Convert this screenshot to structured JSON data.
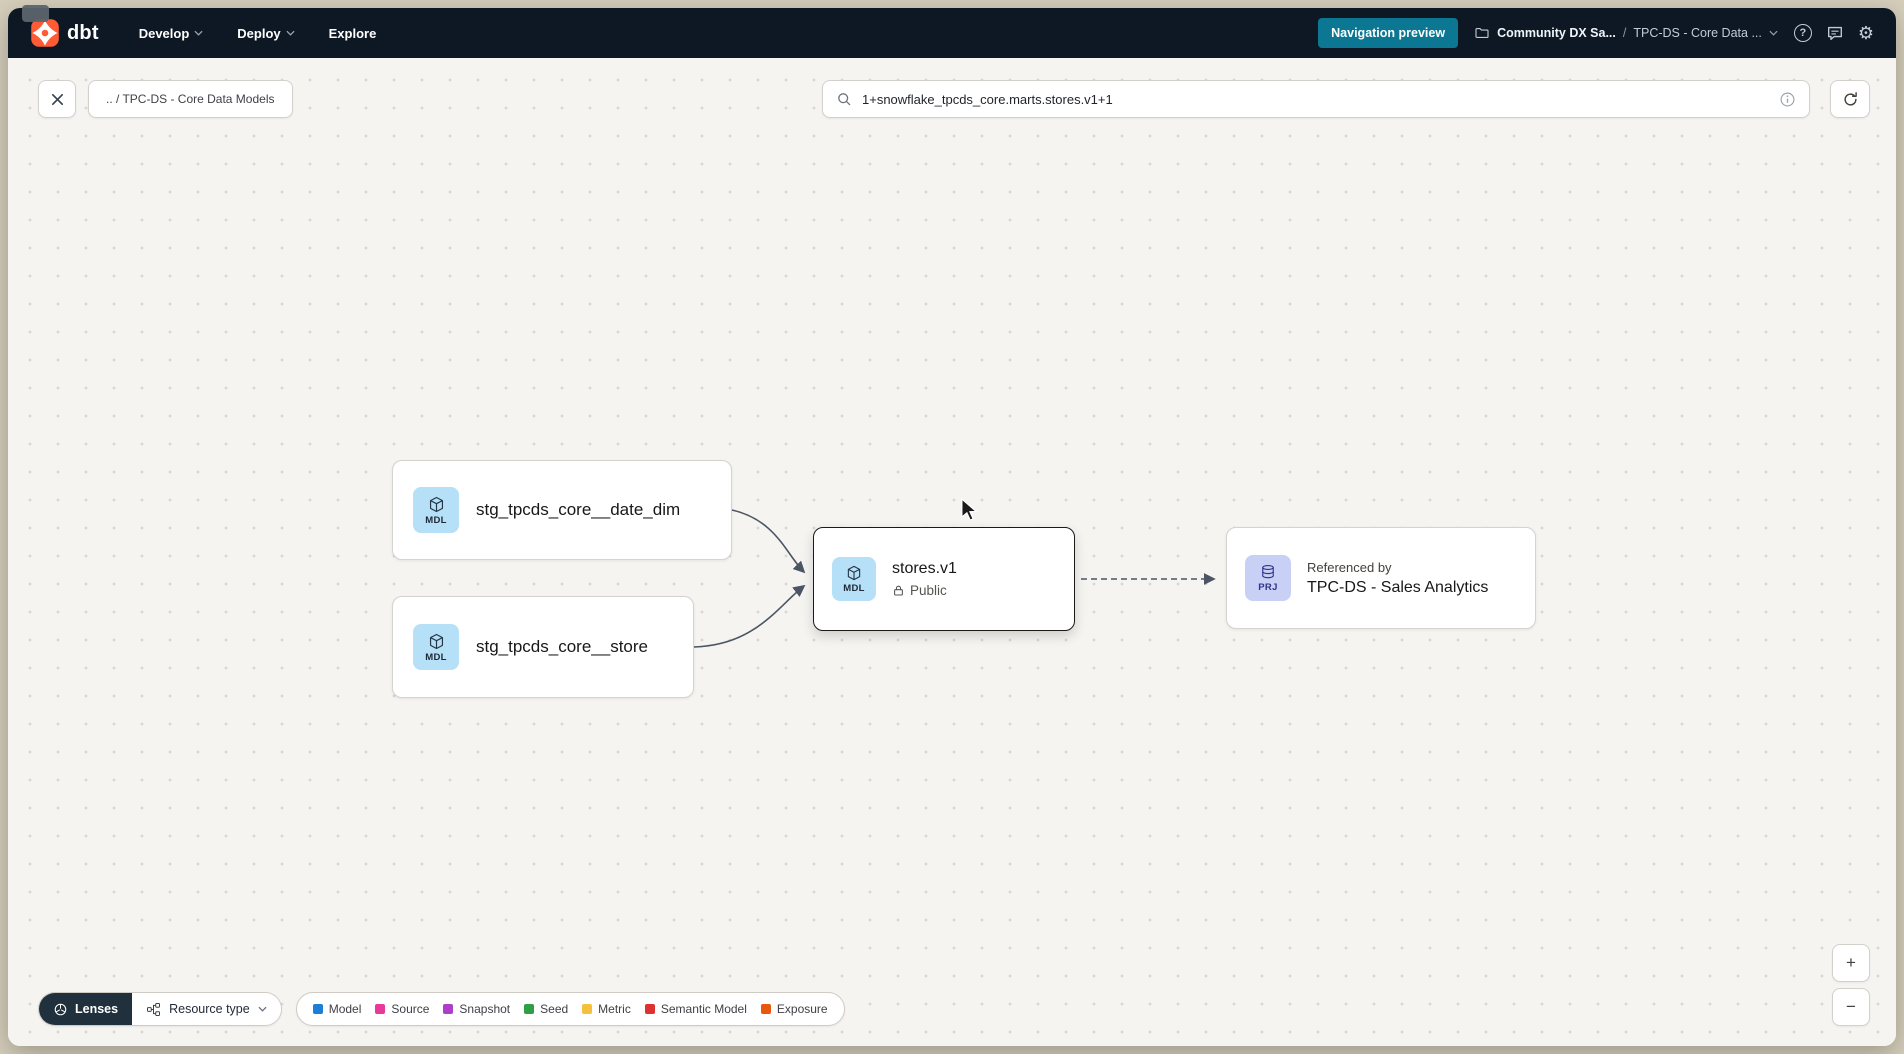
{
  "nav": {
    "logo_text": "dbt",
    "menu": [
      {
        "label": "Develop"
      },
      {
        "label": "Deploy"
      },
      {
        "label": "Explore"
      }
    ],
    "preview_button": "Navigation preview",
    "breadcrumb": {
      "project": "Community DX Sa...",
      "separator": "/",
      "environment": "TPC-DS - Core Data ..."
    },
    "help_label": "?"
  },
  "toolbar": {
    "breadcrumb_chip": ".. / TPC-DS - Core Data Models",
    "search_value": "1+snowflake_tpcds_core.marts.stores.v1+1"
  },
  "graph": {
    "nodes": [
      {
        "badge": "MDL",
        "label": "stg_tpcds_core__date_dim",
        "type": "model"
      },
      {
        "badge": "MDL",
        "label": "stg_tpcds_core__store",
        "type": "model"
      },
      {
        "badge": "MDL",
        "label": "stores.v1",
        "access": "Public",
        "selected": true,
        "type": "model"
      },
      {
        "badge": "PRJ",
        "caption": "Referenced by",
        "label": "TPC-DS - Sales Analytics",
        "type": "project"
      }
    ],
    "edges": [
      {
        "from": "stg_tpcds_core__date_dim",
        "to": "stores.v1",
        "style": "solid"
      },
      {
        "from": "stg_tpcds_core__store",
        "to": "stores.v1",
        "style": "solid"
      },
      {
        "from": "stores.v1",
        "to": "TPC-DS - Sales Analytics",
        "style": "dashed"
      }
    ]
  },
  "footer": {
    "lenses_label": "Lenses",
    "resource_type_label": "Resource type",
    "legend": [
      {
        "label": "Model",
        "color": "#1c7ed6"
      },
      {
        "label": "Source",
        "color": "#e8399b"
      },
      {
        "label": "Snapshot",
        "color": "#ae3ec9"
      },
      {
        "label": "Seed",
        "color": "#2f9e44"
      },
      {
        "label": "Metric",
        "color": "#f5c13d"
      },
      {
        "label": "Semantic Model",
        "color": "#e03131"
      },
      {
        "label": "Exposure",
        "color": "#e8590c"
      }
    ]
  },
  "zoom": {
    "zoom_in": "+",
    "zoom_out": "−"
  },
  "colors": {
    "nav_bg": "#0d1824",
    "accent_teal": "#0c7792",
    "model_badge_bg": "#b5e0f7",
    "project_badge_bg": "#c9d0f5",
    "canvas_bg": "#f5f4f1",
    "selected_border": "#1c1917"
  }
}
